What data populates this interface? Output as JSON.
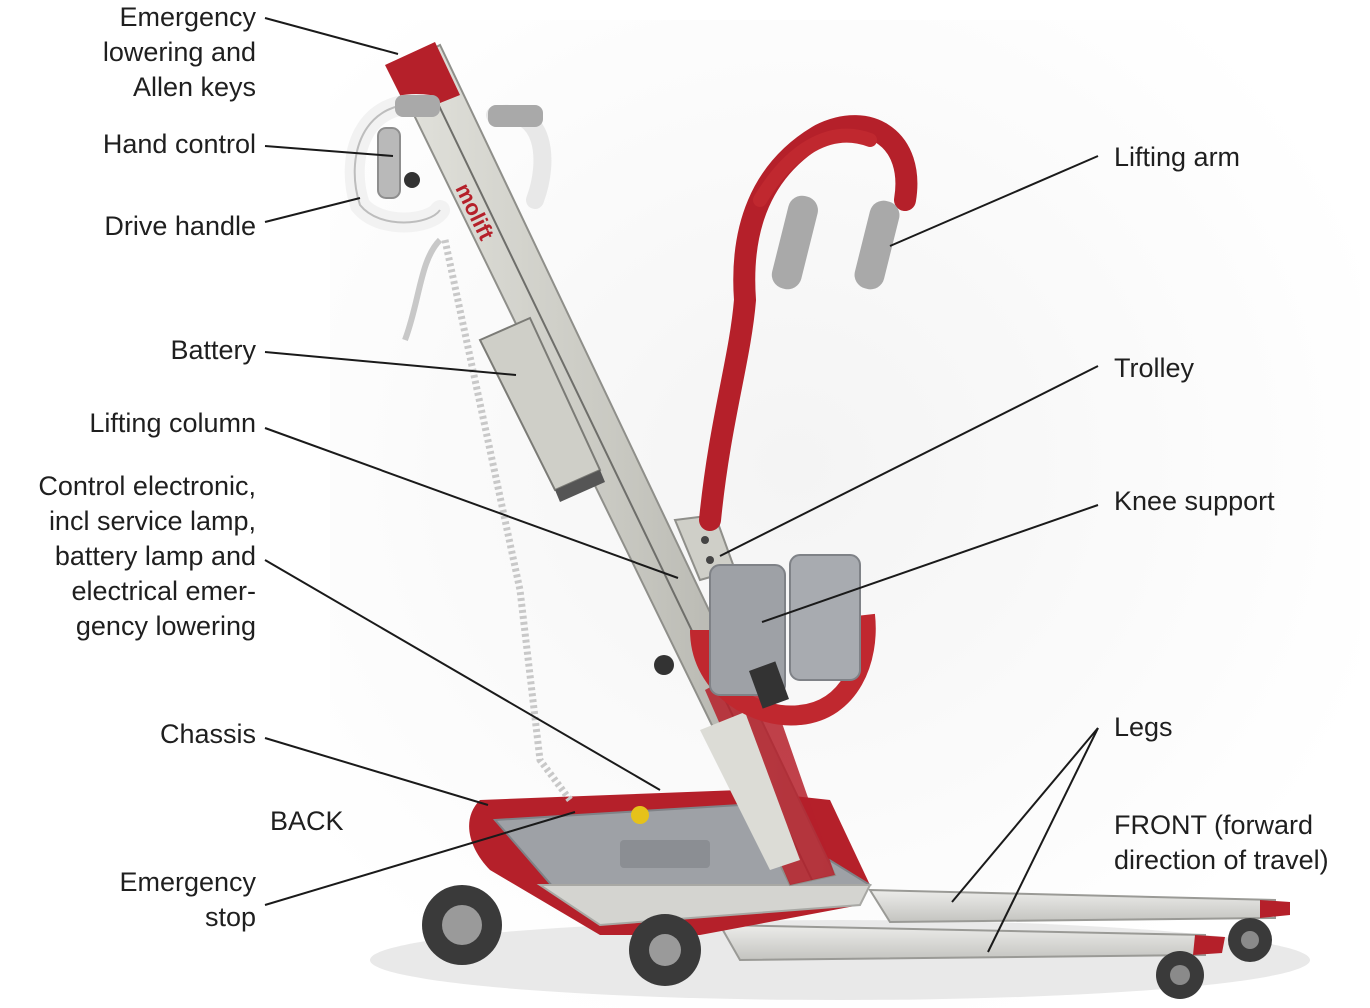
{
  "labels": {
    "emergency_lowering": "Emergency\nlowering and\nAllen keys",
    "hand_control": "Hand control",
    "drive_handle": "Drive handle",
    "battery": "Battery",
    "lifting_column": "Lifting column",
    "control_electronic": "Control electronic,\nincl service lamp,\nbattery lamp and\nelectrical emer-\ngency lowering",
    "chassis": "Chassis",
    "back": "BACK",
    "emergency_stop": "Emergency\nstop",
    "lifting_arm": "Lifting arm",
    "trolley": "Trolley",
    "knee_support": "Knee support",
    "legs": "Legs",
    "front": "FRONT (forward\ndirection of travel)"
  },
  "logo": {
    "text": "molift"
  },
  "colors": {
    "frame_red": "#b5202a",
    "aluminium": "#cfd0cb",
    "grey_part": "#9ea1a6",
    "grip_grey": "#a9a9a9",
    "text": "#1f1f1f",
    "leader": "#1a1a1a"
  }
}
